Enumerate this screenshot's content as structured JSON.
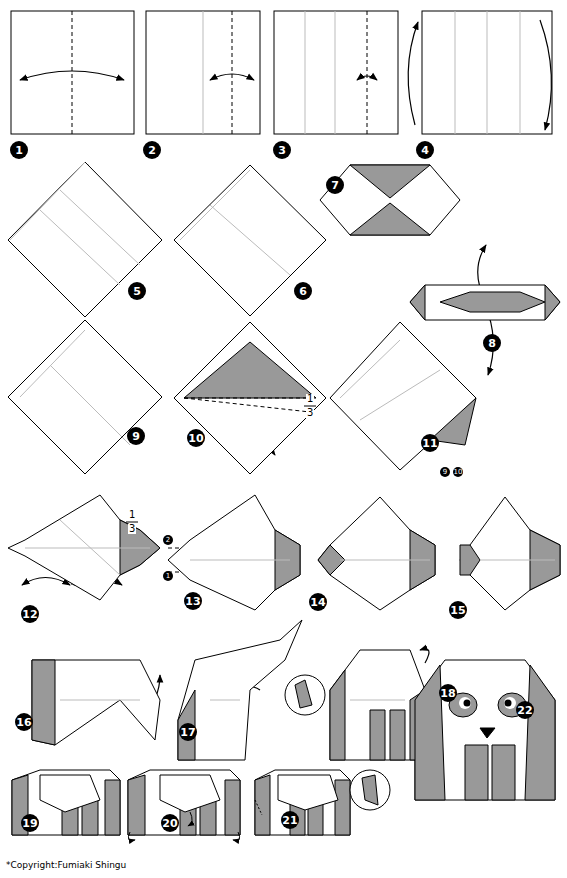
{
  "diagram": {
    "labels": [
      "1",
      "2",
      "3",
      "4",
      "5",
      "6",
      "7",
      "8",
      "9",
      "10",
      "1",
      "3",
      "11",
      "9",
      "10",
      "12",
      "1",
      "3",
      "13",
      "2",
      "1",
      "14",
      "15",
      "16",
      "17",
      "18",
      "19",
      "20",
      "21",
      "22",
      "*Copyright:Fumiaki Shingu"
    ]
  }
}
